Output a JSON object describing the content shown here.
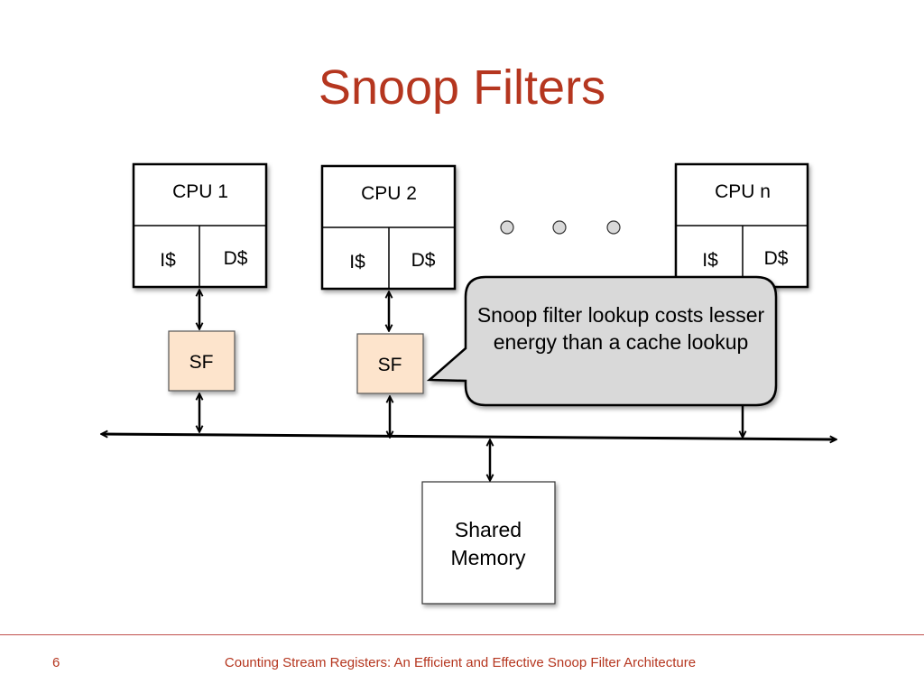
{
  "title": "Snoop Filters",
  "cpus": [
    {
      "name": "CPU 1",
      "icache": "I$",
      "dcache": "D$"
    },
    {
      "name": "CPU 2",
      "icache": "I$",
      "dcache": "D$"
    },
    {
      "name": "CPU n",
      "icache": "I$",
      "dcache": "D$"
    }
  ],
  "snoop_filters": [
    {
      "label": "SF"
    },
    {
      "label": "SF"
    }
  ],
  "callout": {
    "text": "Snoop filter lookup costs lesser energy than a cache lookup"
  },
  "memory": {
    "line1": "Shared",
    "line2": "Memory"
  },
  "colors": {
    "title": "#b5361f",
    "sf_fill": "#fde4cc",
    "callout_fill": "#d9d9d9",
    "footer_rule": "#c0504d"
  },
  "footer": {
    "page_number": "6",
    "text": "Counting Stream Registers: An Efficient and Effective Snoop Filter Architecture"
  }
}
